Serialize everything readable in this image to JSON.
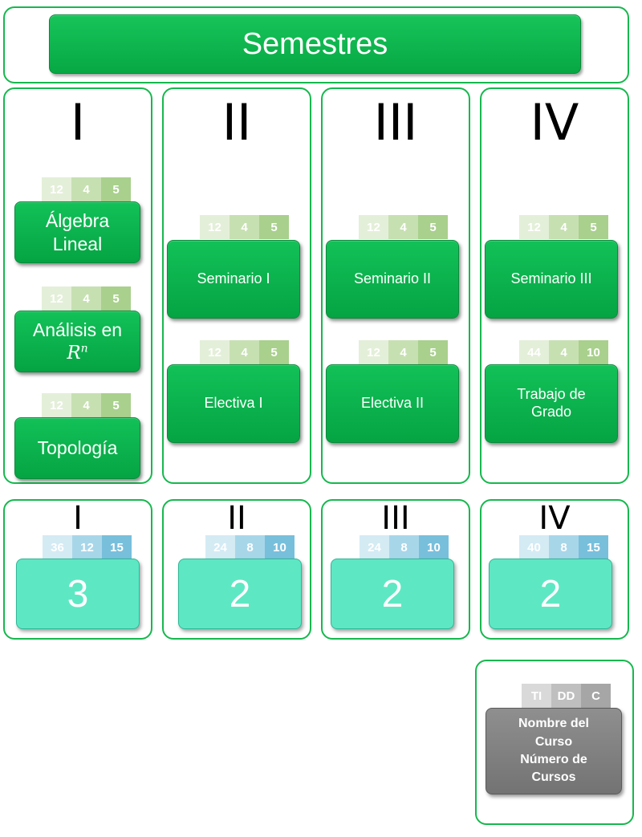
{
  "title": "Semestres",
  "semesters": [
    {
      "numeral": "I",
      "courses": [
        {
          "line1": "Álgebra",
          "line2": "Lineal",
          "ti": "12",
          "dd": "4",
          "c": "5"
        },
        {
          "line1": "Análisis en",
          "math_base": "R",
          "math_exp": "n",
          "ti": "12",
          "dd": "4",
          "c": "5"
        },
        {
          "line1": "Topología",
          "ti": "12",
          "dd": "4",
          "c": "5"
        }
      ],
      "summary": {
        "ti": "36",
        "dd": "12",
        "c": "15",
        "count": "3"
      }
    },
    {
      "numeral": "II",
      "courses": [
        {
          "line1": "Seminario I",
          "ti": "12",
          "dd": "4",
          "c": "5"
        },
        {
          "line1": "Electiva I",
          "ti": "12",
          "dd": "4",
          "c": "5"
        }
      ],
      "summary": {
        "ti": "24",
        "dd": "8",
        "c": "10",
        "count": "2"
      }
    },
    {
      "numeral": "III",
      "courses": [
        {
          "line1": "Seminario II",
          "ti": "12",
          "dd": "4",
          "c": "5"
        },
        {
          "line1": "Electiva II",
          "ti": "12",
          "dd": "4",
          "c": "5"
        }
      ],
      "summary": {
        "ti": "24",
        "dd": "8",
        "c": "10",
        "count": "2"
      }
    },
    {
      "numeral": "IV",
      "courses": [
        {
          "line1": "Seminario III",
          "ti": "12",
          "dd": "4",
          "c": "5"
        },
        {
          "line1": "Trabajo de",
          "line2": "Grado",
          "ti": "44",
          "dd": "4",
          "c": "10"
        }
      ],
      "summary": {
        "ti": "40",
        "dd": "8",
        "c": "15",
        "count": "2"
      }
    }
  ],
  "legend": {
    "ti": "TI",
    "dd": "DD",
    "c": "C",
    "line1": "Nombre del",
    "line2": "Curso",
    "line3": "Número de",
    "line4": "Cursos"
  },
  "colors": {
    "frame": "#16b84e",
    "course": "#07a844",
    "count_box": "#5de8c3",
    "legend_box": "#808080"
  }
}
